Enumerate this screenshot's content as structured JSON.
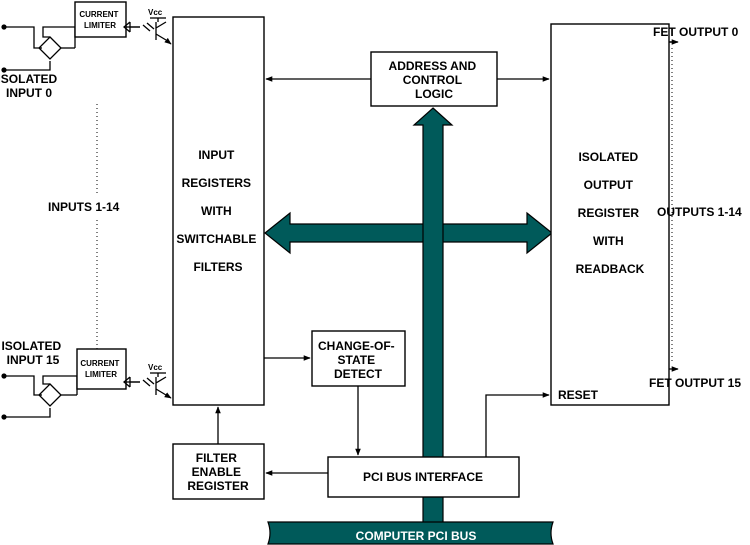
{
  "labels": {
    "current_limiter_line1": "CURRENT",
    "current_limiter_line2": "LIMITER",
    "vcc": "Vcc",
    "isolated_input0_line1": "ISOLATED",
    "isolated_input0_line2": "INPUT 0",
    "inputs_mid": "INPUTS 1-14",
    "isolated_input15_line1": "ISOLATED",
    "isolated_input15_line2": "INPUT 15",
    "input_registers": [
      "INPUT",
      "REGISTERS",
      "WITH",
      "SWITCHABLE",
      "FILTERS"
    ],
    "address_control": [
      "ADDRESS AND",
      "CONTROL",
      "LOGIC"
    ],
    "isolated_output": [
      "ISOLATED",
      "OUTPUT",
      "REGISTER",
      "WITH",
      "READBACK"
    ],
    "reset": "RESET",
    "fet_output0": "FET OUTPUT 0",
    "outputs_mid": "OUTPUTS 1-14",
    "fet_output15": "FET OUTPUT 15",
    "change_of_state": [
      "CHANGE-OF-",
      "STATE",
      "DETECT"
    ],
    "filter_enable": [
      "FILTER",
      "ENABLE",
      "REGISTER"
    ],
    "pci_interface": "PCI BUS INTERFACE",
    "computer_pci_bus": "COMPUTER PCI BUS"
  },
  "colors": {
    "bus": "#005a5a",
    "lines": "#000000"
  }
}
